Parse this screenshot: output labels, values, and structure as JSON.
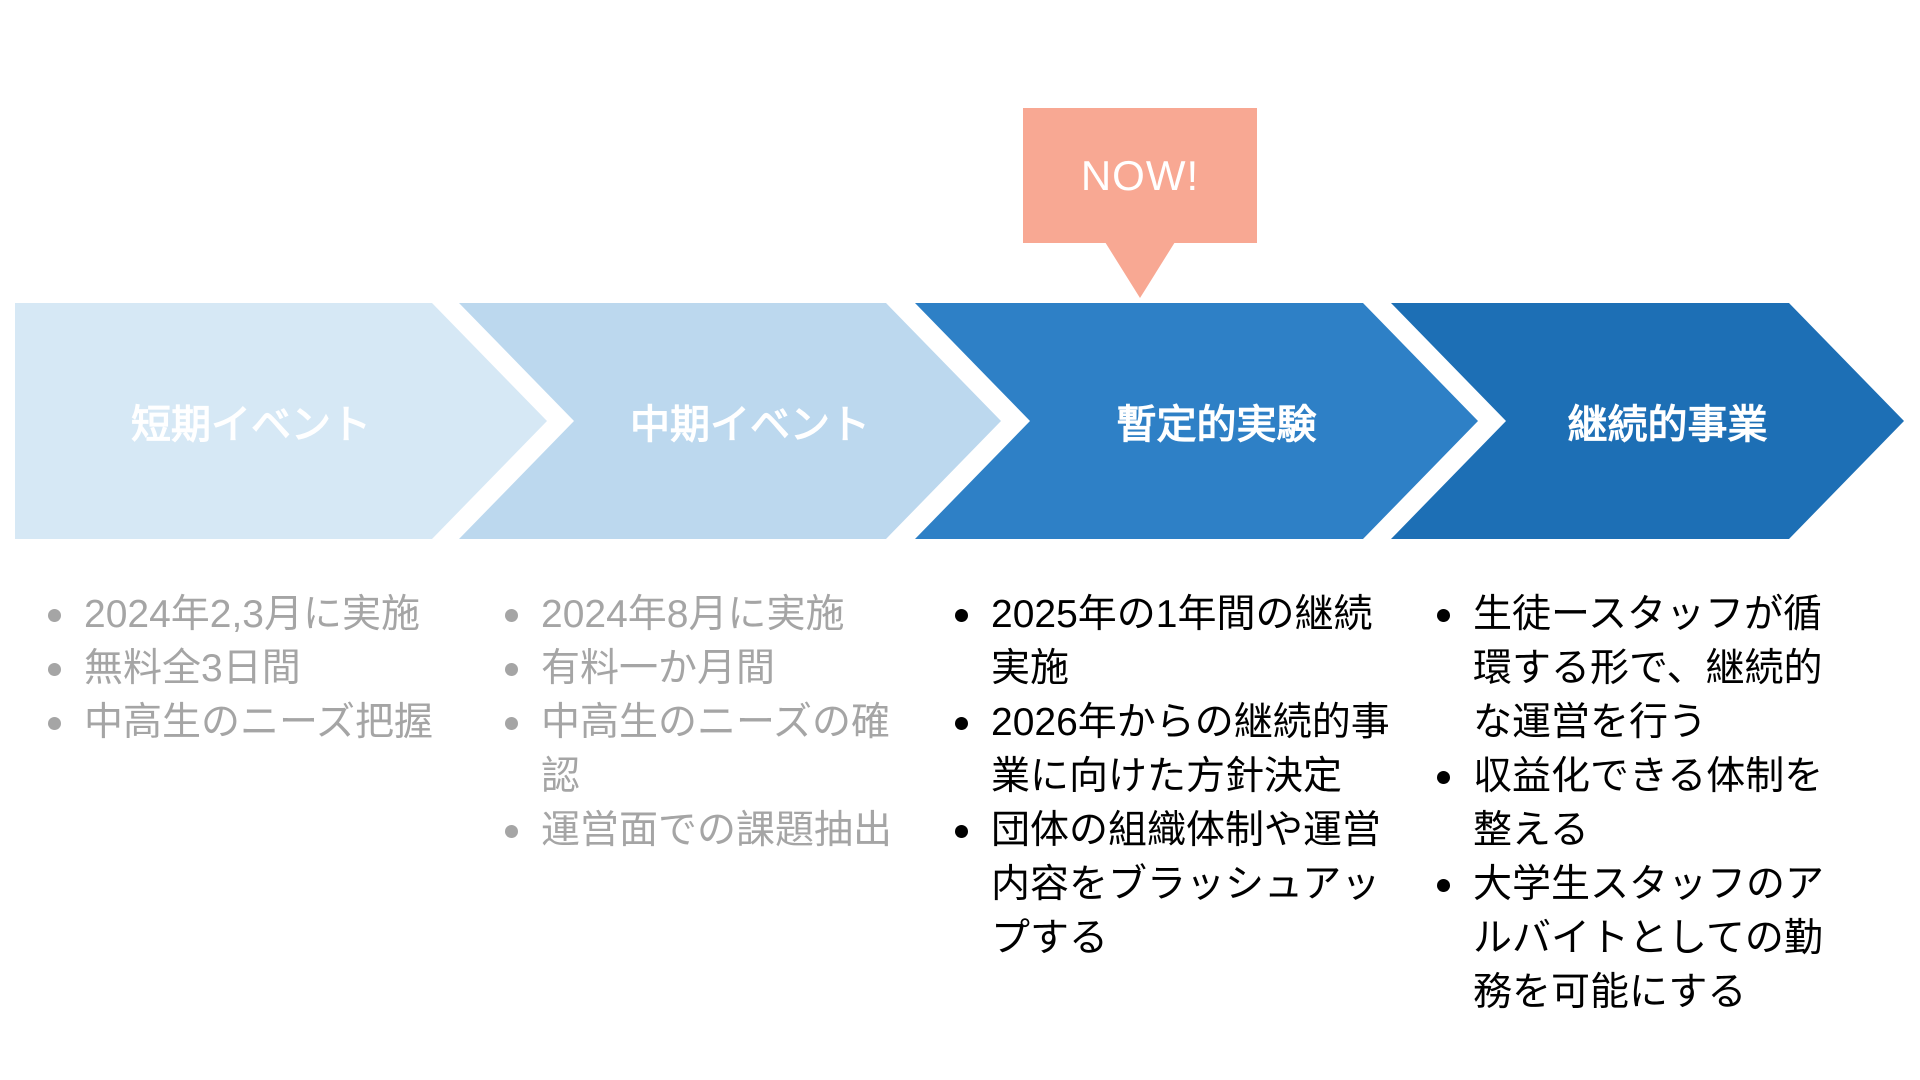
{
  "canvas": {
    "background": "#FFFFFF"
  },
  "now_badge": {
    "label": "NOW!",
    "bg_color": "#F8A893",
    "text_color": "#FFFFFF"
  },
  "stages": [
    {
      "title": "短期イベント",
      "arrow_color": "#D6E8F5",
      "title_color": "#FFFFFF",
      "bullet_color": "#A5A5A5",
      "bullets": [
        "2024年2,3月に実施",
        "無料全3日間",
        "中高生のニーズ把握"
      ]
    },
    {
      "title": "中期イベント",
      "arrow_color": "#BCD8EE",
      "title_color": "#FFFFFF",
      "bullet_color": "#A5A5A5",
      "bullets": [
        "2024年8月に実施",
        "有料一か月間",
        "中高生のニーズの確認",
        "運営面での課題抽出"
      ]
    },
    {
      "title": "暫定的実験",
      "arrow_color": "#2E80C6",
      "title_color": "#FFFFFF",
      "bullet_color": "#000000",
      "bullets": [
        "2025年の1年間の継続実施",
        "2026年からの継続的事業に向けた方針決定",
        "団体の組織体制や運営内容をブラッシュアップする"
      ]
    },
    {
      "title": "継続的事業",
      "arrow_color": "#1D6FB5",
      "title_color": "#FFFFFF",
      "bullet_color": "#000000",
      "bullets": [
        "生徒ースタッフが循環する形で、継続的な運営を行う",
        "収益化できる体制を整える",
        "大学生スタッフのアルバイトとしての勤務を可能にする"
      ]
    }
  ]
}
